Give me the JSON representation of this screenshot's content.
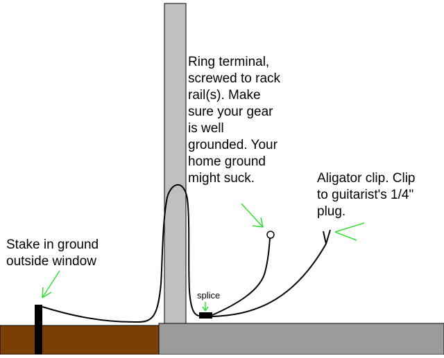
{
  "labels": {
    "ring_terminal": [
      "Ring terminal,",
      "screwed to rack",
      "rail(s). Make",
      "sure your gear",
      "is well",
      "grounded. Your",
      "home ground",
      "might suck."
    ],
    "aligator_clip": [
      "Aligator clip. Clip",
      "to guitarist's 1/4\"",
      "plug."
    ],
    "stake": [
      "Stake in ground",
      "outside window"
    ],
    "splice": "splice"
  },
  "colors": {
    "ground_soil": "#7a3f05",
    "concrete": "#9b9b9b",
    "rack_rail": "#c0c0c0",
    "arrow": "#33dd33",
    "wire": "#000000"
  }
}
